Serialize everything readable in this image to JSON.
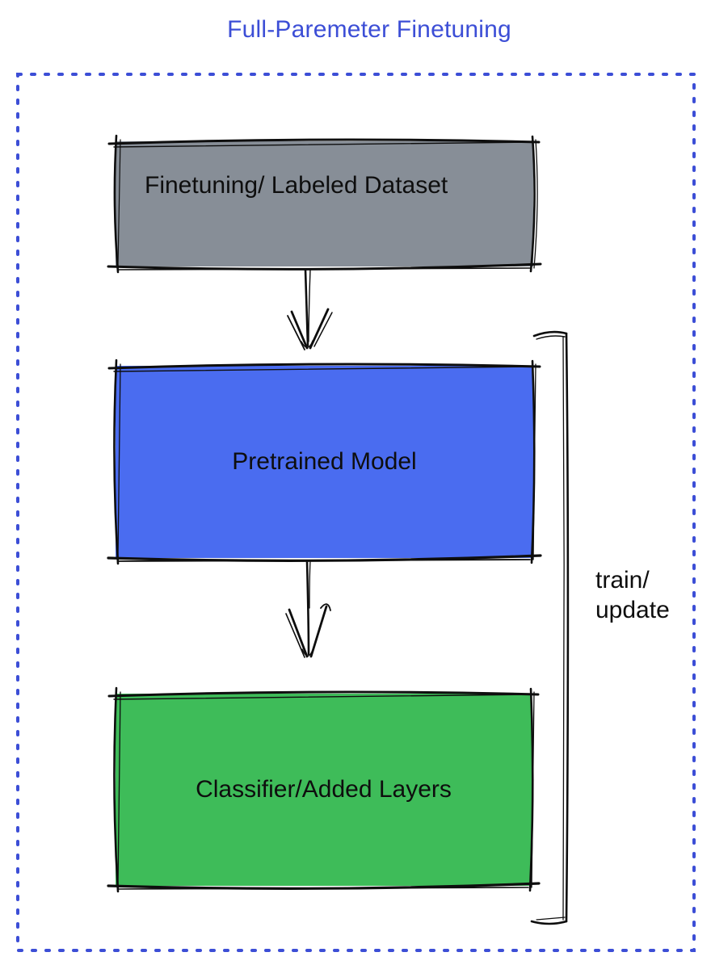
{
  "title": "Full-Paremeter Finetuning",
  "diagram": {
    "nodes": [
      {
        "id": "finetuning-dataset",
        "label": "Finetuning/ Labeled Dataset",
        "color": "#878e97"
      },
      {
        "id": "pretrained-model",
        "label": "Pretrained Model",
        "color": "#4a6cf0"
      },
      {
        "id": "classifier-layers",
        "label": "Classifier/Added Layers",
        "color": "#3ebc59"
      }
    ],
    "edges": [
      {
        "from": "finetuning-dataset",
        "to": "pretrained-model",
        "style": "arrow-down"
      },
      {
        "from": "pretrained-model",
        "to": "classifier-layers",
        "style": "arrow-down"
      }
    ],
    "bracket": {
      "label_line1": "train/",
      "label_line2": "update"
    }
  },
  "colors": {
    "accent_blue": "#3c4ed6",
    "ink": "#0e0e0e",
    "stroke": "#0e0e0e"
  }
}
